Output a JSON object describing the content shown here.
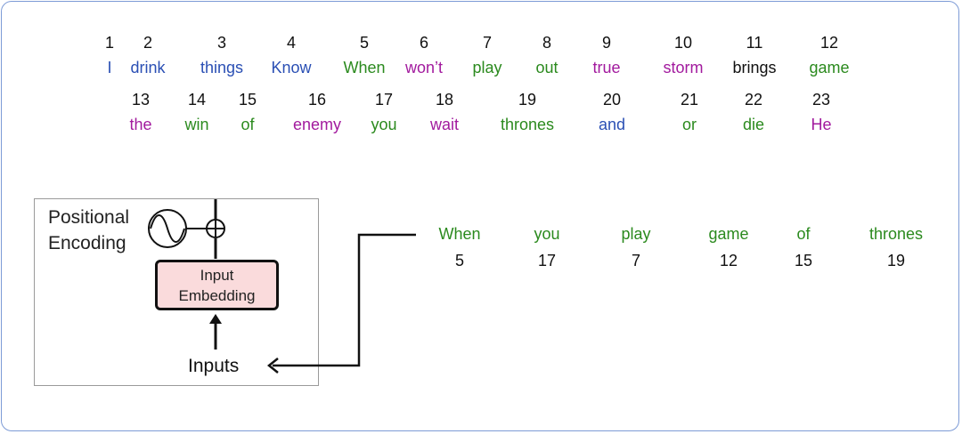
{
  "colors": {
    "blue": "#2a4fb4",
    "magenta": "#a21a9e",
    "green": "#2b8a1e",
    "black": "#111111",
    "frame": "#7d9bd6",
    "embedding_fill": "#fadbdc"
  },
  "vocabulary": {
    "row1": [
      {
        "id": "1",
        "word": "I",
        "color": "#2a4fb4"
      },
      {
        "id": "2",
        "word": "drink",
        "color": "#2a4fb4"
      },
      {
        "id": "3",
        "word": "things",
        "color": "#2a4fb4"
      },
      {
        "id": "4",
        "word": "Know",
        "color": "#2a4fb4"
      },
      {
        "id": "5",
        "word": "When",
        "color": "#2b8a1e"
      },
      {
        "id": "6",
        "word": "won’t",
        "color": "#a21a9e"
      },
      {
        "id": "7",
        "word": "play",
        "color": "#2b8a1e"
      },
      {
        "id": "8",
        "word": "out",
        "color": "#2b8a1e"
      },
      {
        "id": "9",
        "word": "true",
        "color": "#a21a9e"
      },
      {
        "id": "10",
        "word": "storm",
        "color": "#a21a9e"
      },
      {
        "id": "11",
        "word": "brings",
        "color": "#111111"
      },
      {
        "id": "12",
        "word": "game",
        "color": "#2b8a1e"
      }
    ],
    "row2": [
      {
        "id": "13",
        "word": "the",
        "color": "#a21a9e"
      },
      {
        "id": "14",
        "word": "win",
        "color": "#2b8a1e"
      },
      {
        "id": "15",
        "word": "of",
        "color": "#2b8a1e"
      },
      {
        "id": "16",
        "word": "enemy",
        "color": "#a21a9e"
      },
      {
        "id": "17",
        "word": "you",
        "color": "#2b8a1e"
      },
      {
        "id": "18",
        "word": "wait",
        "color": "#a21a9e"
      },
      {
        "id": "19",
        "word": "thrones",
        "color": "#2b8a1e"
      },
      {
        "id": "20",
        "word": "and",
        "color": "#2a4fb4"
      },
      {
        "id": "21",
        "word": "or",
        "color": "#2b8a1e"
      },
      {
        "id": "22",
        "word": "die",
        "color": "#2b8a1e"
      },
      {
        "id": "23",
        "word": "He",
        "color": "#a21a9e"
      }
    ]
  },
  "block": {
    "pe_line1": "Positional",
    "pe_line2": "Encoding",
    "embed_line1": "Input",
    "embed_line2": "Embedding",
    "inputs": "Inputs",
    "sine_icon": "sine-wave-icon",
    "add_icon": "circle-plus-icon"
  },
  "sequence": [
    {
      "word": "When",
      "id": "5"
    },
    {
      "word": "you",
      "id": "17"
    },
    {
      "word": "play",
      "id": "7"
    },
    {
      "word": "game",
      "id": "12"
    },
    {
      "word": "of",
      "id": "15"
    },
    {
      "word": "thrones",
      "id": "19"
    }
  ]
}
